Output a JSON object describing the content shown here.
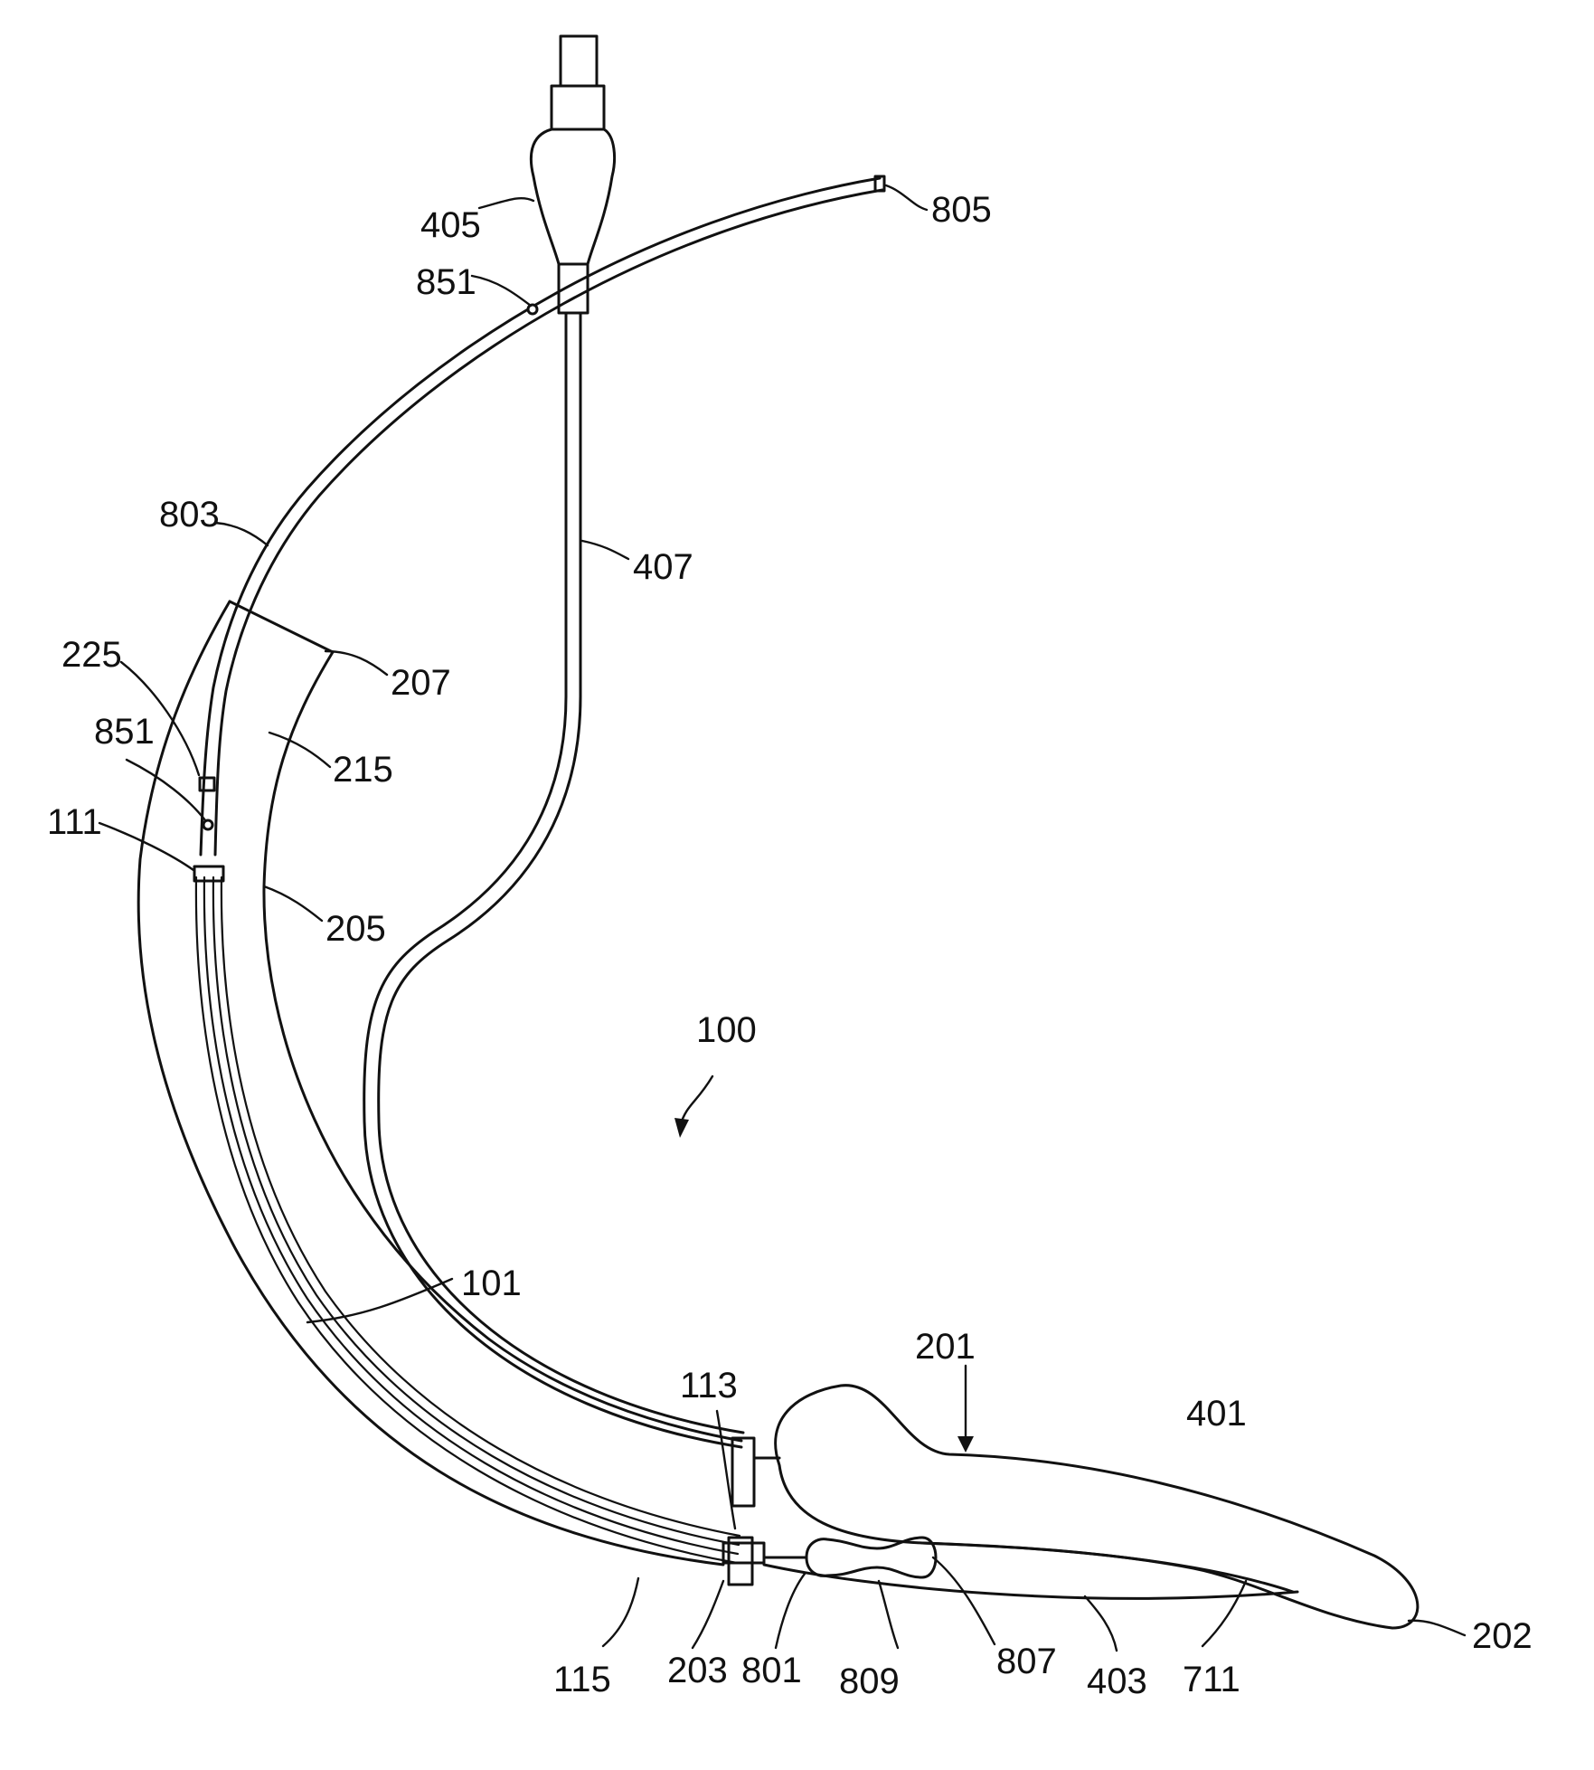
{
  "figure": {
    "ink_color": "#111111",
    "background_color": "#ffffff",
    "labels": {
      "l405": "405",
      "l805": "805",
      "l851_top": "851",
      "l803": "803",
      "l407": "407",
      "l225": "225",
      "l207": "207",
      "l851_mid": "851",
      "l215": "215",
      "l111": "111",
      "l205": "205",
      "l100": "100",
      "l101": "101",
      "l201": "201",
      "l401": "401",
      "l113": "113",
      "l202": "202",
      "l115": "115",
      "l203": "203",
      "l801": "801",
      "l809": "809",
      "l807": "807",
      "l403": "403",
      "l711": "711"
    }
  }
}
